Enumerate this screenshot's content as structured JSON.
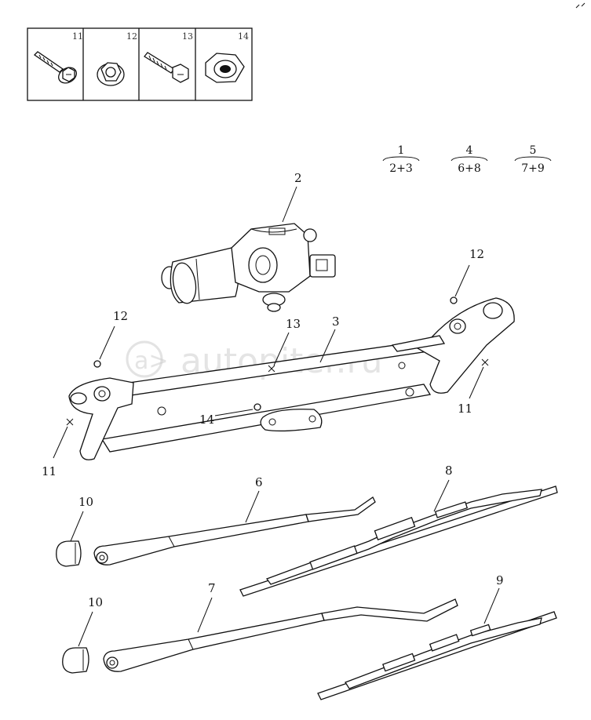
{
  "key_table": [
    {
      "number": "11",
      "icon": "flange-bolt-icon"
    },
    {
      "number": "12",
      "icon": "flange-nut-icon"
    },
    {
      "number": "13",
      "icon": "bolt-icon"
    },
    {
      "number": "14",
      "icon": "hex-nut-icon"
    }
  ],
  "assembly_groups": [
    {
      "total": "1",
      "parts": "2+3"
    },
    {
      "total": "4",
      "parts": "6+8"
    },
    {
      "total": "5",
      "parts": "7+9"
    }
  ],
  "callouts": {
    "motor": "2",
    "linkage": "3",
    "arm_upper": "6",
    "arm_lower": "7",
    "blade_upper": "8",
    "blade_lower": "9",
    "cap_upper": "10",
    "cap_lower": "10",
    "bolt_left": "11",
    "bolt_right": "11",
    "nut_left": "12",
    "nut_right": "12",
    "bolt_center": "13",
    "nut_center": "14"
  },
  "watermark": "autopiter.ru"
}
